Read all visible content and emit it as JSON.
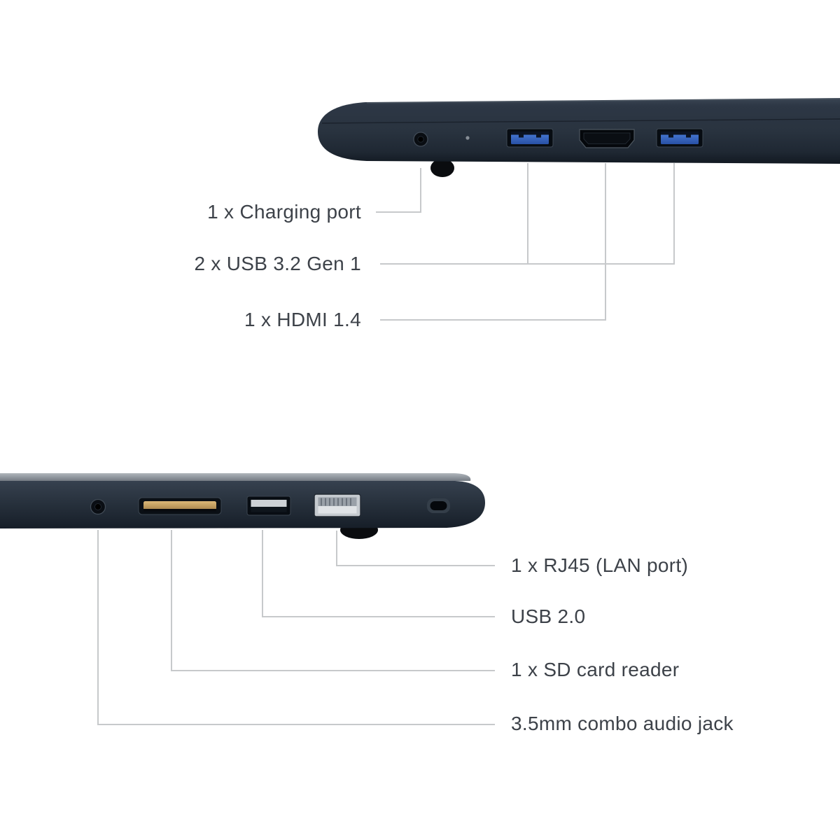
{
  "page": {
    "background_color": "#ffffff",
    "subject": "Laptop side views with port callout labels"
  },
  "colors": {
    "callout_line": "#c7c9cb",
    "label_text": "#3d4249",
    "laptop_body": "#29333f",
    "lid_edge": "#9aa1a8",
    "usb3_port_blue": "#3a6bc9",
    "sd_card_gold": "#c9a261",
    "rj45_metal": "#c6cbd0",
    "rubber_foot": "#0a0c0f"
  },
  "right_side_view": {
    "ports": [
      "charging-port",
      "led-indicator",
      "usb3-port-1",
      "hdmi-port",
      "usb3-port-2",
      "rubber-foot"
    ],
    "callouts": [
      {
        "label": "1 x Charging port",
        "target": "charging-port"
      },
      {
        "label": "2 x USB 3.2 Gen 1",
        "target": "usb3-ports"
      },
      {
        "label": "1 x HDMI 1.4",
        "target": "hdmi-port"
      }
    ]
  },
  "left_side_view": {
    "ports": [
      "audio-jack-port",
      "sd-card-slot",
      "usb2-port",
      "rj45-port",
      "kensington-lock-slot",
      "rubber-foot"
    ],
    "callouts": [
      {
        "label": "1 x RJ45 (LAN port)",
        "target": "rj45-port"
      },
      {
        "label": "USB 2.0",
        "target": "usb2-port"
      },
      {
        "label": "1 x SD card reader",
        "target": "sd-card-slot"
      },
      {
        "label": "3.5mm combo audio jack",
        "target": "audio-jack-port"
      }
    ]
  }
}
